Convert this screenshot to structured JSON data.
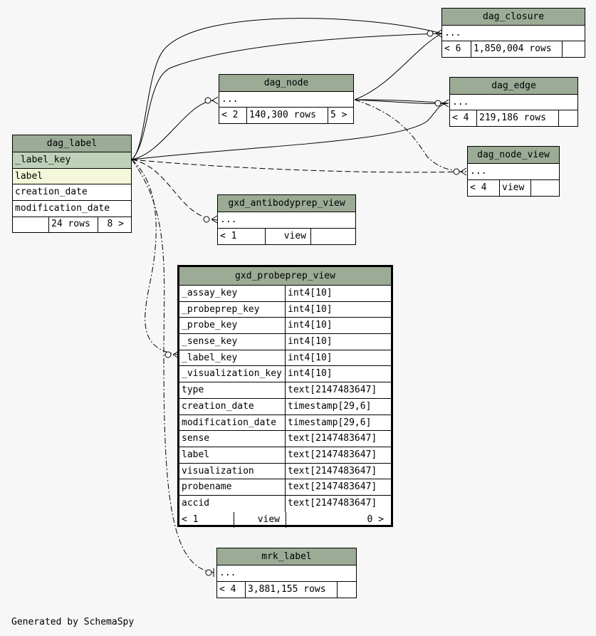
{
  "footer": "Generated by SchemaSpy",
  "tables": {
    "dag_closure": {
      "name": "dag_closure",
      "ellipsis": "...",
      "prev": "< 6",
      "rows": "1,850,004 rows"
    },
    "dag_node": {
      "name": "dag_node",
      "ellipsis": "...",
      "prev": "< 2",
      "rows": "140,300 rows",
      "next": "5 >"
    },
    "dag_edge": {
      "name": "dag_edge",
      "ellipsis": "...",
      "prev": "< 4",
      "rows": "219,186 rows"
    },
    "dag_node_view": {
      "name": "dag_node_view",
      "ellipsis": "...",
      "prev": "< 4",
      "rows": "view"
    },
    "dag_label": {
      "name": "dag_label",
      "columns": [
        "_label_key",
        "label",
        "creation_date",
        "modification_date"
      ],
      "rows": "24 rows",
      "next": "8 >"
    },
    "gxd_antibodyprep_view": {
      "name": "gxd_antibodyprep_view",
      "ellipsis": "...",
      "prev": "< 1",
      "rows": "view"
    },
    "gxd_probeprep_view": {
      "name": "gxd_probeprep_view",
      "columns": [
        [
          "_assay_key",
          "int4[10]"
        ],
        [
          "_probeprep_key",
          "int4[10]"
        ],
        [
          "_probe_key",
          "int4[10]"
        ],
        [
          "_sense_key",
          "int4[10]"
        ],
        [
          "_label_key",
          "int4[10]"
        ],
        [
          "_visualization_key",
          "int4[10]"
        ],
        [
          "type",
          "text[2147483647]"
        ],
        [
          "creation_date",
          "timestamp[29,6]"
        ],
        [
          "modification_date",
          "timestamp[29,6]"
        ],
        [
          "sense",
          "text[2147483647]"
        ],
        [
          "label",
          "text[2147483647]"
        ],
        [
          "visualization",
          "text[2147483647]"
        ],
        [
          "probename",
          "text[2147483647]"
        ],
        [
          "accid",
          "text[2147483647]"
        ]
      ],
      "prev": "< 1",
      "rows": "view",
      "next": "0 >"
    },
    "mrk_label": {
      "name": "mrk_label",
      "ellipsis": "...",
      "prev": "< 4",
      "rows": "3,881,155 rows"
    }
  },
  "colors": {
    "header": "#9bab96",
    "primary_key": "#bed1b8",
    "indexed": "#f4f7da",
    "background": "#f7f7f7"
  }
}
